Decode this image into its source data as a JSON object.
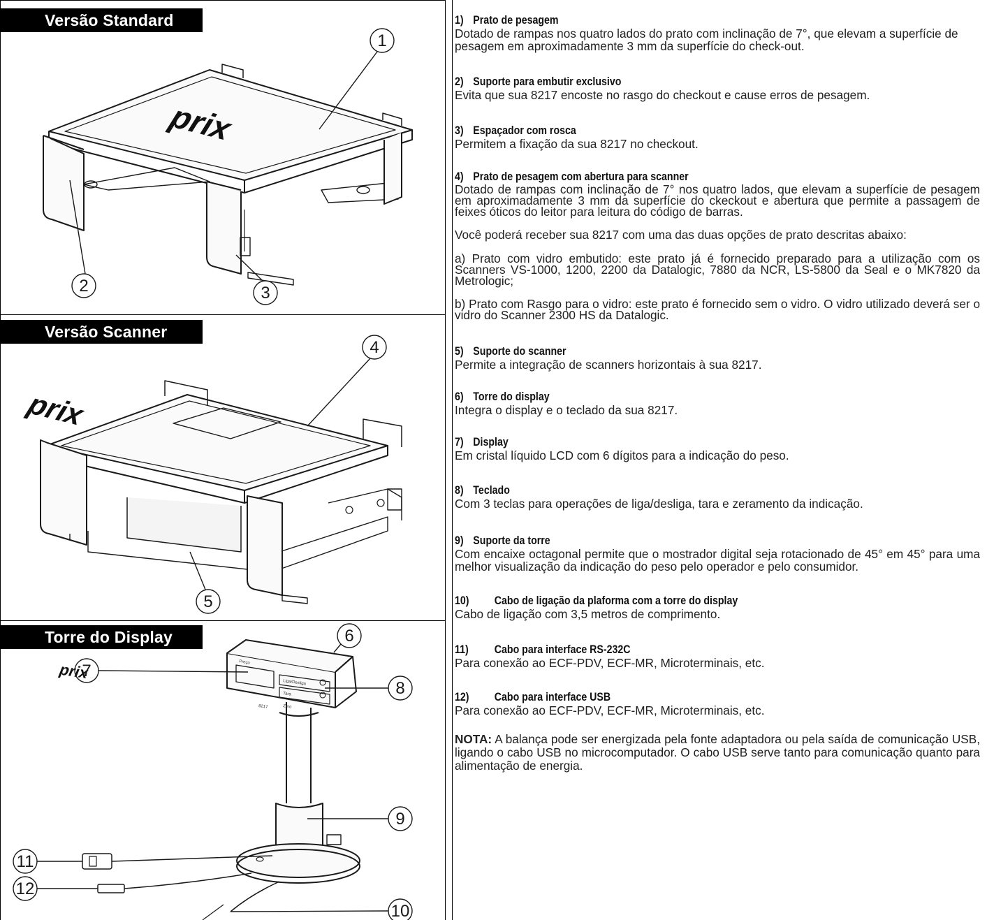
{
  "panels": {
    "standard": {
      "title": "Versão Standard",
      "brand": "prix",
      "callouts": [
        "1",
        "2",
        "3"
      ]
    },
    "scanner": {
      "title": "Versão Scanner",
      "brand": "prix",
      "callouts": [
        "4",
        "5"
      ]
    },
    "tower": {
      "title": "Torre do Display",
      "brand": "prix",
      "model": "8217",
      "display_labels": [
        "Preço",
        "Liga/Desliga",
        "Tara",
        "Zero"
      ],
      "callouts": [
        "6",
        "7",
        "8",
        "9",
        "10",
        "11",
        "12"
      ]
    }
  },
  "sections": [
    {
      "num": "1)",
      "title": "Prato de pesagem",
      "body": "Dotado de rampas nos quatro lados do prato com inclinação de 7°, que elevam a superfície de pesagem em aproximadamente 3 mm da superfície do check-out."
    },
    {
      "num": "2)",
      "title": "Suporte para embutir exclusivo",
      "body": "Evita que sua 8217 encoste no rasgo do checkout e cause erros de pesagem."
    },
    {
      "num": "3)",
      "title": "Espaçador com rosca",
      "body": "Permitem a fixação da sua 8217 no checkout."
    },
    {
      "num": "4)",
      "title": "Prato de pesagem com abertura para scanner",
      "body": "Dotado de rampas com inclinação de 7° nos quatro lados, que elevam a superfície de pesagem em aproximadamente 3 mm da superfície do ckeckout e abertura que permite a passagem de feixes óticos do leitor para leitura do código de barras.",
      "extra": [
        "Você poderá receber sua 8217 com uma das duas opções de prato descritas abaixo:",
        "a) Prato com vidro embutido: este prato já é fornecido preparado para a utilização com os Scanners VS-1000, 1200, 2200 da Datalogic, 7880 da NCR, LS-5800 da Seal e o MK7820 da Metrologic;",
        "b) Prato com Rasgo para o vidro: este prato é fornecido sem o vidro. O vidro utilizado deverá ser o vidro do Scanner 2300 HS da Datalogic."
      ]
    },
    {
      "num": "5)",
      "title": "Suporte do scanner",
      "body": "Permite a integração de scanners horizontais à sua 8217."
    },
    {
      "num": "6)",
      "title": "Torre do display",
      "body": "Integra o display e o teclado da sua 8217."
    },
    {
      "num": "7)",
      "title": "Display",
      "body": "Em cristal líquido LCD com 6 dígitos para a indicação do peso."
    },
    {
      "num": "8)",
      "title": "Teclado",
      "body": "Com 3 teclas para operações de liga/desliga, tara e zeramento da indicação."
    },
    {
      "num": "9)",
      "title": "Suporte da torre",
      "body": "Com encaixe octagonal permite que o mostrador digital seja rotacionado de 45° em 45° para uma melhor visualização da indicação do peso pelo operador e pelo consumidor."
    },
    {
      "num": "10)",
      "title": "Cabo de ligação da plaforma com a torre do display",
      "body": "Cabo de ligação com 3,5 metros de comprimento."
    },
    {
      "num": "11)",
      "title": "Cabo para interface RS-232C",
      "body": "Para conexão ao ECF-PDV, ECF-MR, Microterminais, etc."
    },
    {
      "num": "12)",
      "title": "Cabo para interface USB",
      "body": "Para conexão ao ECF-PDV, ECF-MR, Microterminais, etc."
    }
  ],
  "note": {
    "label": "NOTA:",
    "text": " A balança pode ser energizada pela fonte adaptadora ou pela saída de comunicação USB, ligando o cabo USB no microcomputador. O cabo USB serve tanto para comunicação quanto para alimentação de energia."
  }
}
